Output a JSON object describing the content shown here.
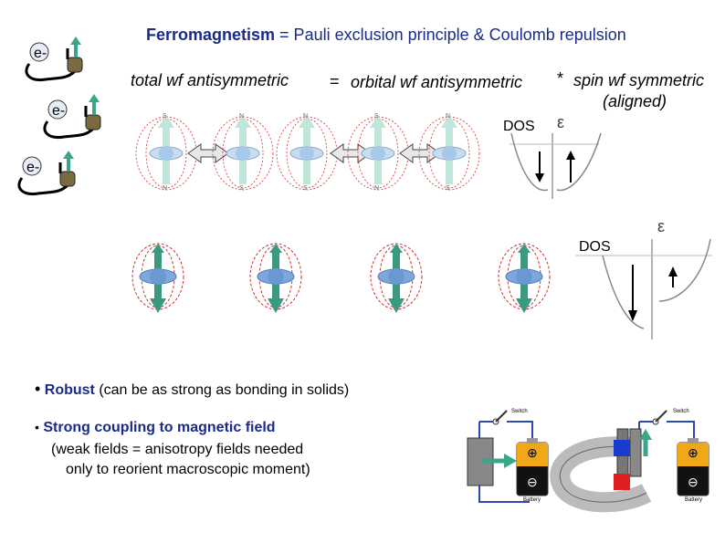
{
  "title": {
    "bold": "Ferromagnetism",
    "rest": " = Pauli exclusion principle & Coulomb repulsion"
  },
  "equation": {
    "total": "total wf antisymmetric",
    "equals": "=",
    "orbital": "orbital wf antisymmetric",
    "times": "*",
    "spin": "spin wf symmetric",
    "aligned": "(aligned)"
  },
  "dos_labels": [
    "DOS",
    "DOS"
  ],
  "epsilon": "ε",
  "electron_label": "e-",
  "dipole_pole_labels": {
    "north": "N",
    "south": "S"
  },
  "bullets": {
    "robust_key": "Robust",
    "robust_rest": " (can be as strong as bonding in solids)",
    "coupling_key": "Strong coupling to magnetic field",
    "coupling_line2": "(weak fields = anisotropy fields needed",
    "coupling_line3": "only to reorient macroscopic moment)"
  },
  "circuit": {
    "switch": "Switch",
    "battery": "Battery",
    "plus": "⊕",
    "minus": "⊖"
  },
  "colors": {
    "title_blue": "#1a2a8a",
    "arrow_teal": "#3aa58a",
    "field_red": "#d03030",
    "magnet_red": "#e02020",
    "magnet_blue": "#1a3ad0"
  }
}
